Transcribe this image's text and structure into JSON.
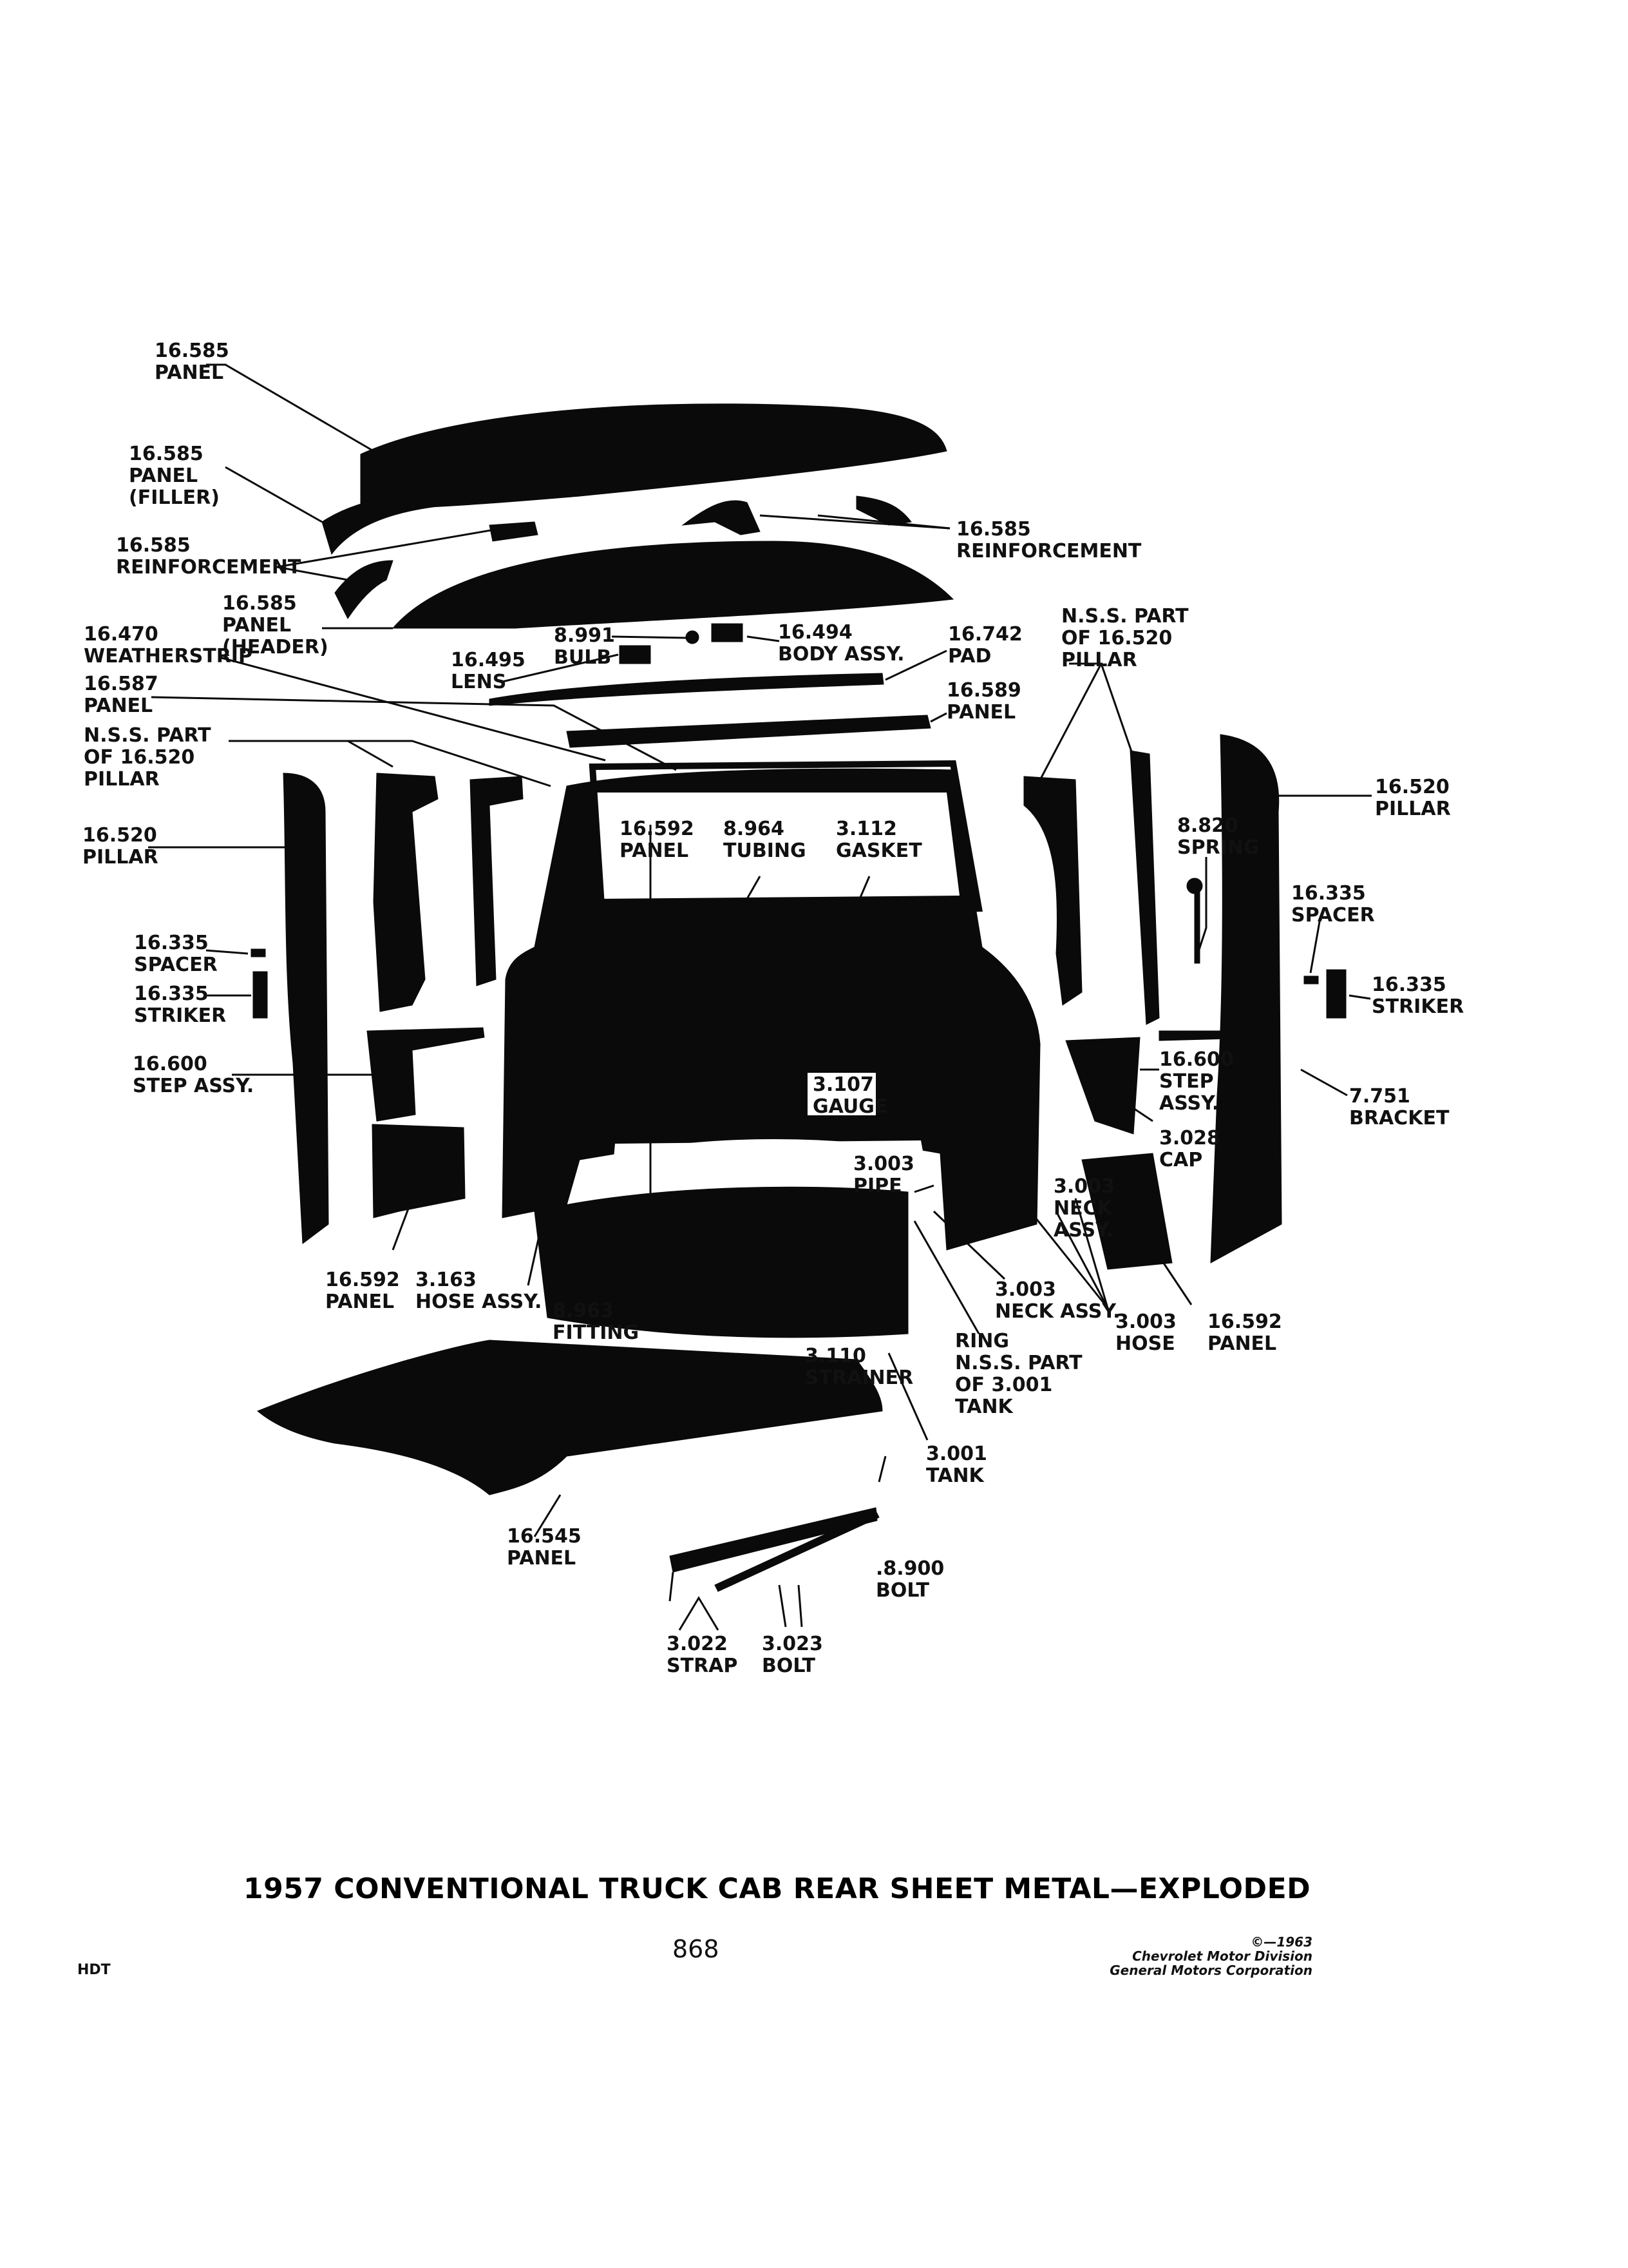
{
  "title": "1957 CONVENTIONAL TRUCK CAB REAR SHEET METAL—EXPLODED",
  "page_number": "868",
  "code": "HDT",
  "copyright": {
    "line1": "©—1963",
    "line2": "Chevrolet Motor Division",
    "line3": "General Motors Corporation"
  },
  "labels": {
    "panel_top": {
      "num": "16.585",
      "name": "PANEL"
    },
    "panel_filler": {
      "num": "16.585",
      "name": "PANEL",
      "sub": "(FILLER)"
    },
    "reinf_left": {
      "num": "16.585",
      "name": "REINFORCEMENT"
    },
    "reinf_right": {
      "num": "16.585",
      "name": "REINFORCEMENT"
    },
    "panel_header": {
      "num": "16.585",
      "name": "PANEL",
      "sub": "(HEADER)"
    },
    "weatherstrip": {
      "num": "16.470",
      "name": "WEATHERSTRIP"
    },
    "bulb": {
      "num": "8.991",
      "name": "BULB"
    },
    "body_assy": {
      "num": "16.494",
      "name": "BODY ASSY."
    },
    "lens": {
      "num": "16.495",
      "name": "LENS"
    },
    "pad": {
      "num": "16.742",
      "name": "PAD"
    },
    "nss_right": {
      "l1": "N.S.S. PART",
      "l2": "OF 16.520",
      "l3": "PILLAR"
    },
    "panel_587": {
      "num": "16.587",
      "name": "PANEL"
    },
    "panel_589": {
      "num": "16.589",
      "name": "PANEL"
    },
    "nss_left": {
      "l1": "N.S.S. PART",
      "l2": "OF 16.520",
      "l3": "PILLAR"
    },
    "pillar_left": {
      "num": "16.520",
      "name": "PILLAR"
    },
    "pillar_right": {
      "num": "16.520",
      "name": "PILLAR"
    },
    "panel_592_top": {
      "num": "16.592",
      "name": "PANEL"
    },
    "tubing": {
      "num": "8.964",
      "name": "TUBING"
    },
    "gasket": {
      "num": "3.112",
      "name": "GASKET"
    },
    "spring": {
      "num": "8.820",
      "name": "SPRING"
    },
    "spacer_left": {
      "num": "16.335",
      "name": "SPACER"
    },
    "spacer_right": {
      "num": "16.335",
      "name": "SPACER"
    },
    "striker_left": {
      "num": "16.335",
      "name": "STRIKER"
    },
    "striker_right": {
      "num": "16.335",
      "name": "STRIKER"
    },
    "step_left": {
      "num": "16.600",
      "name": "STEP ASSY."
    },
    "step_right": {
      "num": "16.600",
      "l2": "STEP",
      "l3": "ASSY."
    },
    "bracket": {
      "num": "7.751",
      "name": "BRACKET"
    },
    "gauge": {
      "num": "3.107",
      "name": "GAUGE"
    },
    "cap": {
      "num": "3.028",
      "name": "CAP"
    },
    "pipe": {
      "num": "3.003",
      "name": "PIPE"
    },
    "neck_inner": {
      "num": "3.003",
      "l2": "NECK",
      "l3": "ASSY."
    },
    "panel_592_left": {
      "num": "16.592",
      "name": "PANEL"
    },
    "hose_assy": {
      "num": "3.163",
      "name": "HOSE ASSY."
    },
    "fitting": {
      "num": "8.963",
      "name": "FITTING"
    },
    "neck_assy": {
      "num": "3.003",
      "name": "NECK ASSY."
    },
    "hose": {
      "num": "3.003",
      "name": "HOSE"
    },
    "panel_592_right": {
      "num": "16.592",
      "name": "PANEL"
    },
    "ring": {
      "l1": "RING",
      "l2": "N.S.S. PART",
      "l3": "OF 3.001",
      "l4": "TANK"
    },
    "strainer": {
      "num": "3.110",
      "name": "STRAINER"
    },
    "tank": {
      "num": "3.001",
      "name": "TANK"
    },
    "panel_545": {
      "num": "16.545",
      "name": "PANEL"
    },
    "bolt_900": {
      "num": ".8.900",
      "name": "BOLT"
    },
    "strap": {
      "num": "3.022",
      "name": "STRAP"
    },
    "bolt_023": {
      "num": "3.023",
      "name": "BOLT"
    }
  }
}
